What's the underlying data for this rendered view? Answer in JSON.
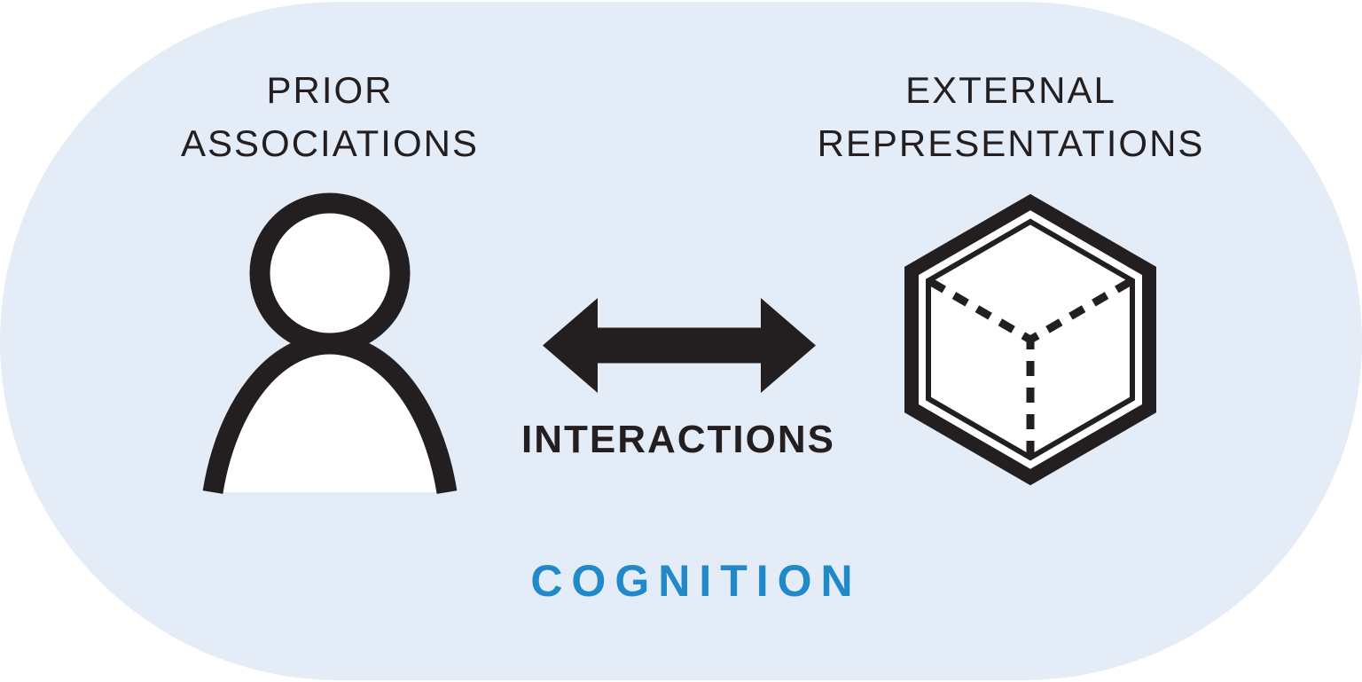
{
  "colors": {
    "page-bg": "#ffffff",
    "blob-bg": "#e4ecf8",
    "ink": "#231f20",
    "accent": "#2289c8"
  },
  "diagram": {
    "left": {
      "line1": "PRIOR",
      "line2": "ASSOCIATIONS",
      "icon": "person-icon"
    },
    "right": {
      "line1": "EXTERNAL",
      "line2": "REPRESENTATIONS",
      "icon": "cube-icon"
    },
    "center": {
      "arrow_icon": "double-arrow-icon",
      "arrow_label": "INTERACTIONS"
    },
    "container_label": "COGNITION"
  }
}
